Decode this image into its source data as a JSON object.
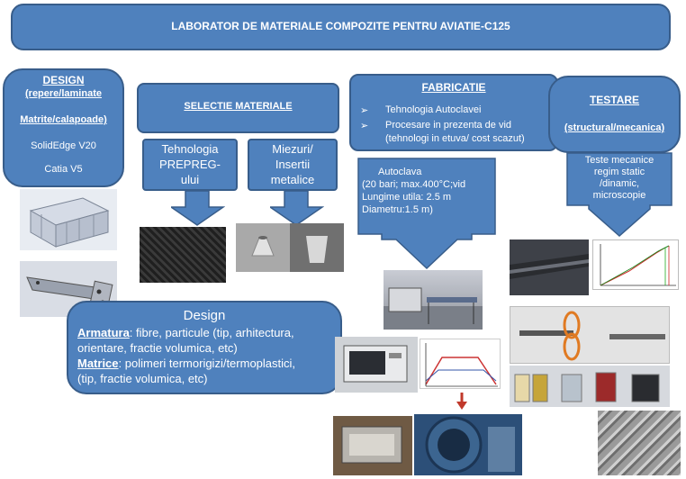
{
  "title": "LABORATOR DE MATERIALE COMPOZITE PENTRU AVIATIE-C125",
  "design": {
    "heading": "DESIGN",
    "line1": "(repere/laminate",
    "line2": "Matrite/calapoade)",
    "sw1": "SolidEdge V20",
    "sw2": "Catia V5"
  },
  "selectie": {
    "heading": "SELECTIE MATERIALE"
  },
  "prepreg": {
    "l1": "Tehnologia",
    "l2": "PREPREG-",
    "l3": "ului"
  },
  "miezuri": {
    "l1": "Miezuri/",
    "l2": "Insertii",
    "l3": "metalice"
  },
  "fabricatie": {
    "heading": "FABRICATIE",
    "b1": "Tehnologia Autoclavei",
    "b2a": "Procesare in prezenta de vid",
    "b2b": "(tehnologi in etuva/ cost scazut)"
  },
  "autoclava": {
    "l1": "Autoclava",
    "l2": "(20 bari; max.400°C;vid",
    "l3": "Lungime utila:  2.5 m",
    "l4": "Diametru:1.5 m)"
  },
  "testare": {
    "heading": "TESTARE",
    "sub": "(structural/mecanica)"
  },
  "teste": {
    "l1": "Teste mecanice",
    "l2": "regim static",
    "l3": "/dinamic,",
    "l4": "microscopie"
  },
  "design2": {
    "heading": "Design",
    "armatura_label": "Armatura",
    "armatura_text1": ": fibre, particule (tip, arhitectura,",
    "armatura_text2": "orientare, fractie volumica, etc)",
    "matrice_label": "Matrice",
    "matrice_text1": ": polimeri termorigizi/termoplastici,",
    "matrice_text2": "(tip, fractie volumica, etc)"
  },
  "colors": {
    "box_fill": "#4f81bd",
    "box_border": "#385d8a",
    "arrow_red": "#c0392b"
  }
}
